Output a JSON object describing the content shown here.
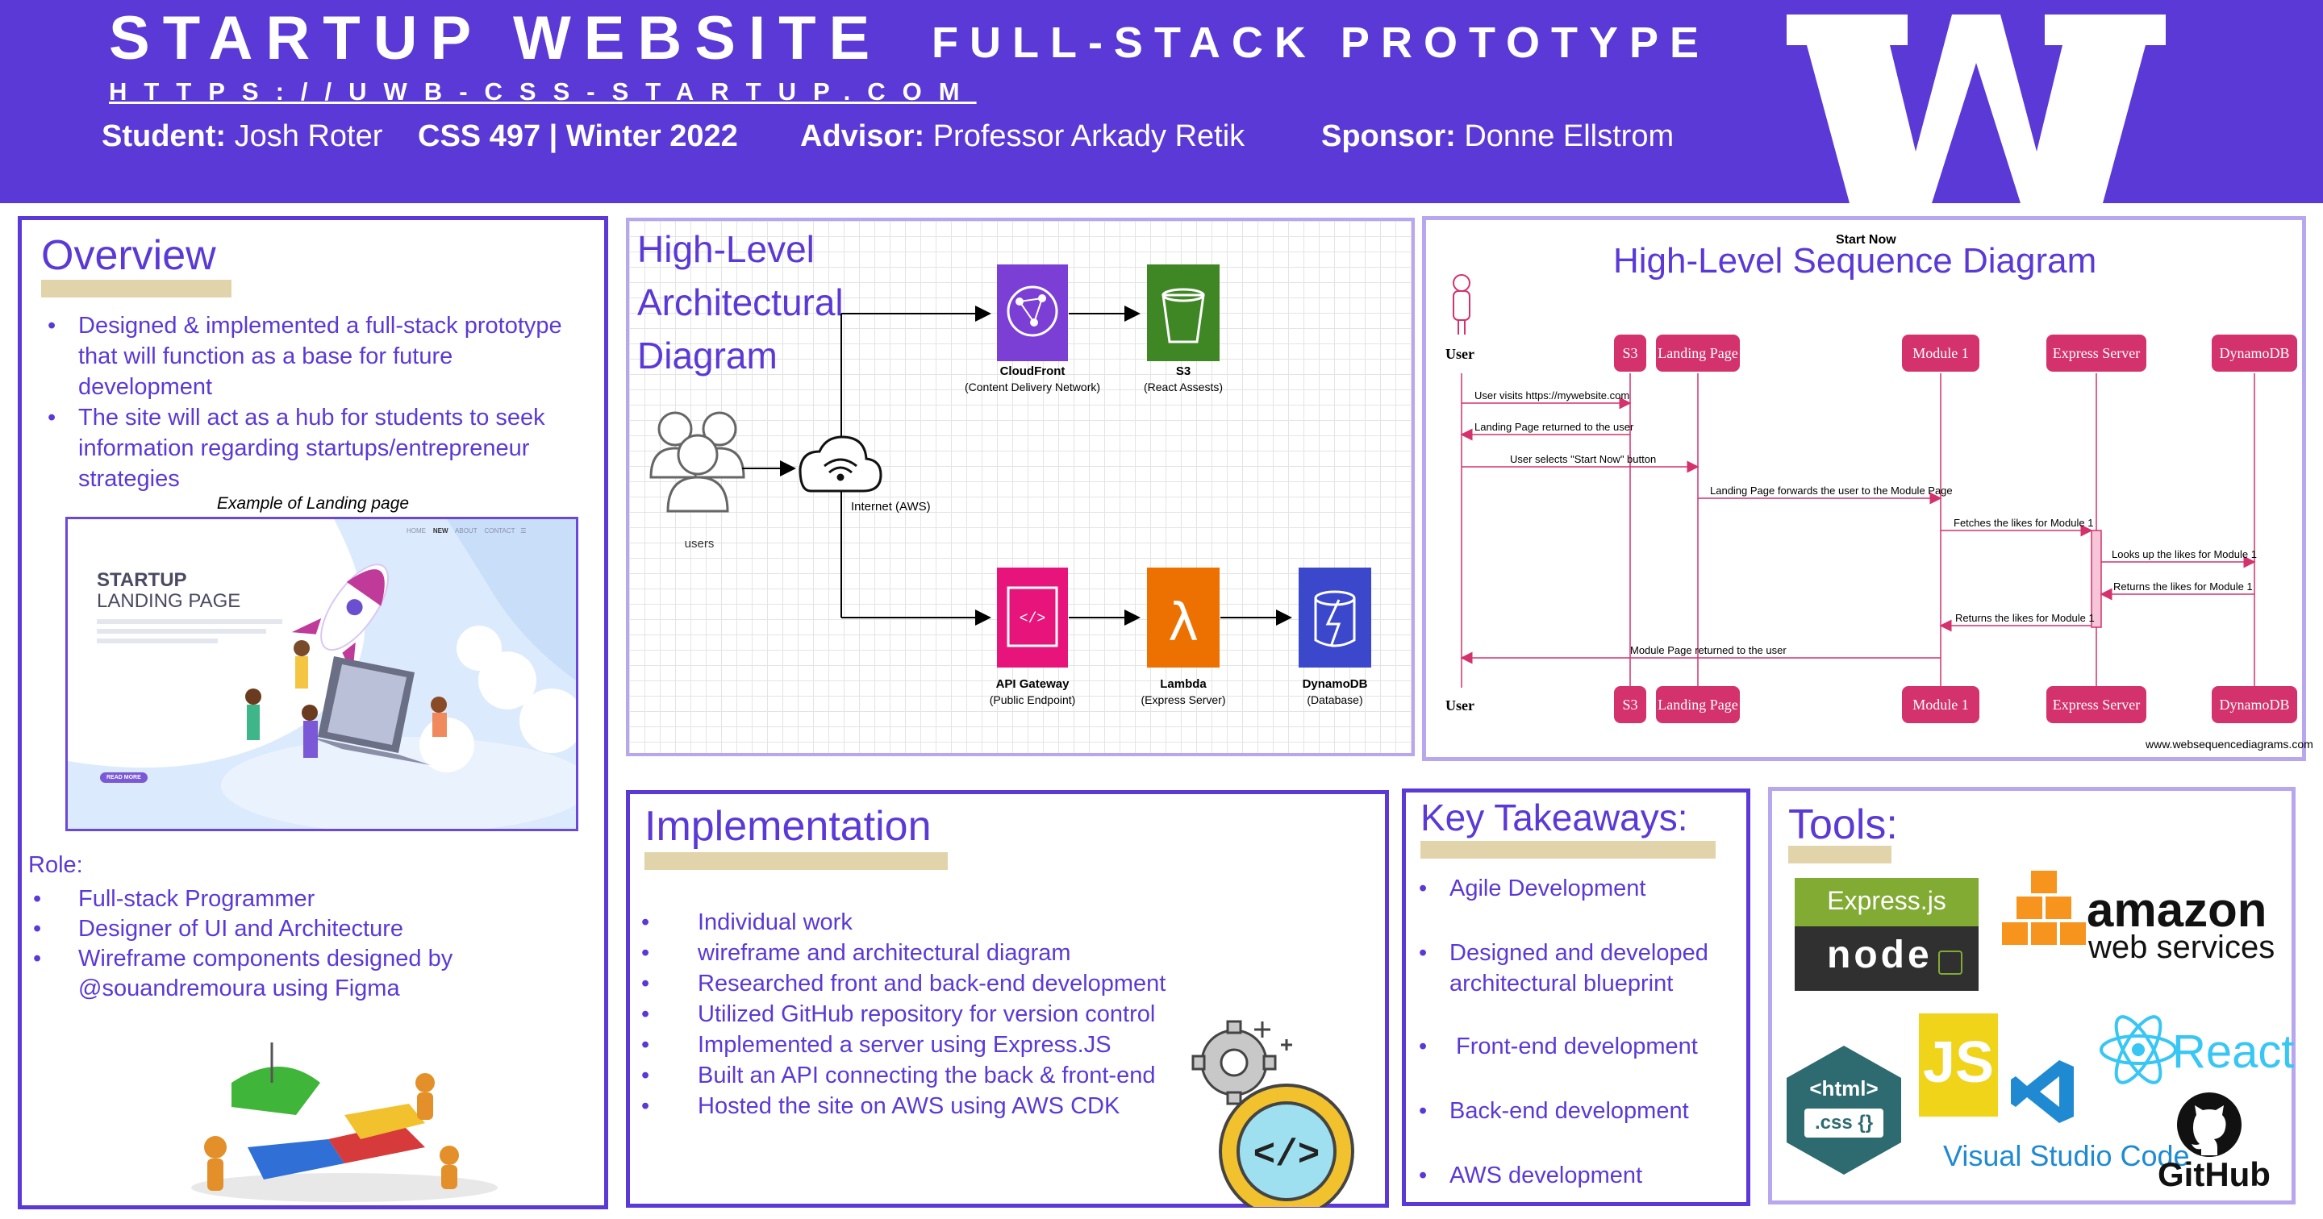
{
  "header": {
    "title": "STARTUP WEBSITE",
    "subtitle": "FULL-STACK PROTOTYPE",
    "url": "HTTPS://UWB-CSS-STARTUP.COM",
    "student_label": "Student:",
    "student_value": "Josh Roter",
    "course": "CSS 497 | Winter 2022",
    "advisor_label": "Advisor:",
    "advisor_value": "Professor Arkady Retik",
    "sponsor_label": "Sponsor:",
    "sponsor_value": "Donne Ellstrom",
    "logo": "W",
    "background_color": "#5b39d6"
  },
  "overview": {
    "title": "Overview",
    "bullets": [
      "Designed & implemented a full-stack prototype that will function as a base for future development",
      "The site will act as a hub for students to seek information regarding startups/entrepreneur strategies"
    ],
    "example_caption": "Example of Landing page",
    "landing": {
      "nav": [
        "HOME",
        "NEW",
        "ABOUT",
        "CONTACT"
      ],
      "heading_1": "STARTUP",
      "heading_2": "LANDING PAGE",
      "button": "READ MORE"
    },
    "role_title": "Role:",
    "role_items": [
      "Full-stack Programmer",
      "Designer of UI and Architecture",
      "Wireframe components designed by @souandremoura using Figma"
    ]
  },
  "architecture": {
    "title_lines": [
      "High-Level",
      "Architectural",
      "Diagram"
    ],
    "users_label": "users",
    "internet_label": "Internet (AWS)",
    "nodes": [
      {
        "name": "CloudFront",
        "sub": "(Content Delivery Network)",
        "color": "#7b3fd6"
      },
      {
        "name": "S3",
        "sub": "(React Assests)",
        "color": "#3f8624"
      },
      {
        "name": "API Gateway",
        "sub": "(Public Endpoint)",
        "color": "#e7157b"
      },
      {
        "name": "Lambda",
        "sub": "(Express Server)",
        "color": "#ed7100"
      },
      {
        "name": "DynamoDB",
        "sub": "(Database)",
        "color": "#3b48cc"
      }
    ]
  },
  "sequence": {
    "start_now": "Start Now",
    "title": "High-Level Sequence Diagram",
    "participants": [
      "User",
      "S3",
      "Landing Page",
      "Module 1",
      "Express Server",
      "DynamoDB"
    ],
    "messages": [
      "User visits https://mywebsite.com",
      "Landing Page returned to the user",
      "User selects \"Start Now\" button",
      "Landing Page forwards the user to the Module Page",
      "Fetches the likes for Module 1",
      "Looks up the likes for Module 1",
      "Returns the likes for Module 1",
      "Returns the likes for Module 1",
      "Module Page returned to the user"
    ],
    "credit": "www.websequencediagrams.com"
  },
  "implementation": {
    "title": "Implementation",
    "items": [
      "Individual work",
      "wireframe and architectural diagram",
      "Researched front and back-end development",
      "Utilized GitHub repository for version control",
      "Implemented a server using Express.JS",
      "Built an API connecting the back & front-end",
      "Hosted the site on AWS using AWS CDK"
    ]
  },
  "takeaways": {
    "title": "Key Takeaways:",
    "items": [
      "Agile Development",
      "Designed and developed architectural blueprint",
      "Front-end development",
      "Back-end development",
      "AWS development"
    ]
  },
  "tools": {
    "title": "Tools:",
    "express_label": "Express.js",
    "node_label": "node",
    "aws_1": "amazon",
    "aws_2": "web services",
    "html_label": "<html>",
    "css_label": ".css {}",
    "js_label": "JS",
    "vscode_label": "Visual Studio Code",
    "react_label": "React",
    "github_label": "GitHub"
  }
}
